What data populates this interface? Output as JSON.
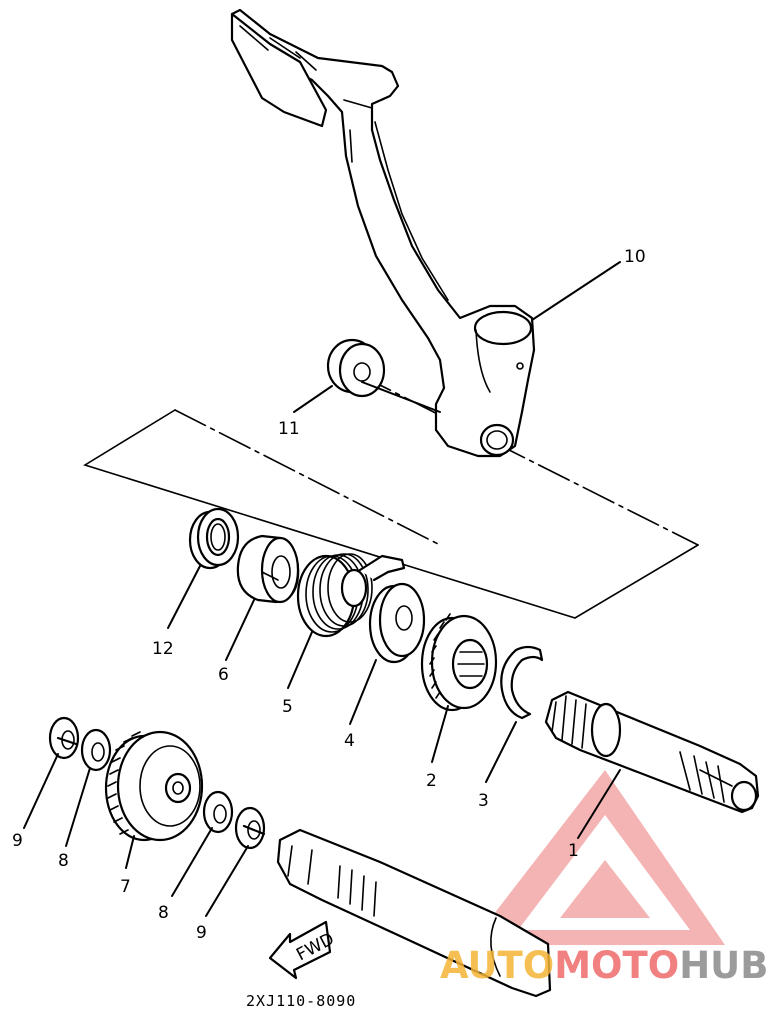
{
  "drawing_code": "2XJ110-8090",
  "direction_label": "FWD",
  "callouts": {
    "c1": "1",
    "c2": "2",
    "c3": "3",
    "c4": "4",
    "c5": "5",
    "c6": "6",
    "c7": "7",
    "c8a": "8",
    "c8b": "8",
    "c9a": "9",
    "c9b": "9",
    "c10": "10",
    "c11": "11",
    "c12": "12"
  },
  "watermark": {
    "part1": "AUTO",
    "part2": "MOTO",
    "part3": "HUB",
    "accent_color": "#ef6a6a",
    "secondary_color": "#f5b437",
    "tertiary_color": "#8a8a8a"
  }
}
